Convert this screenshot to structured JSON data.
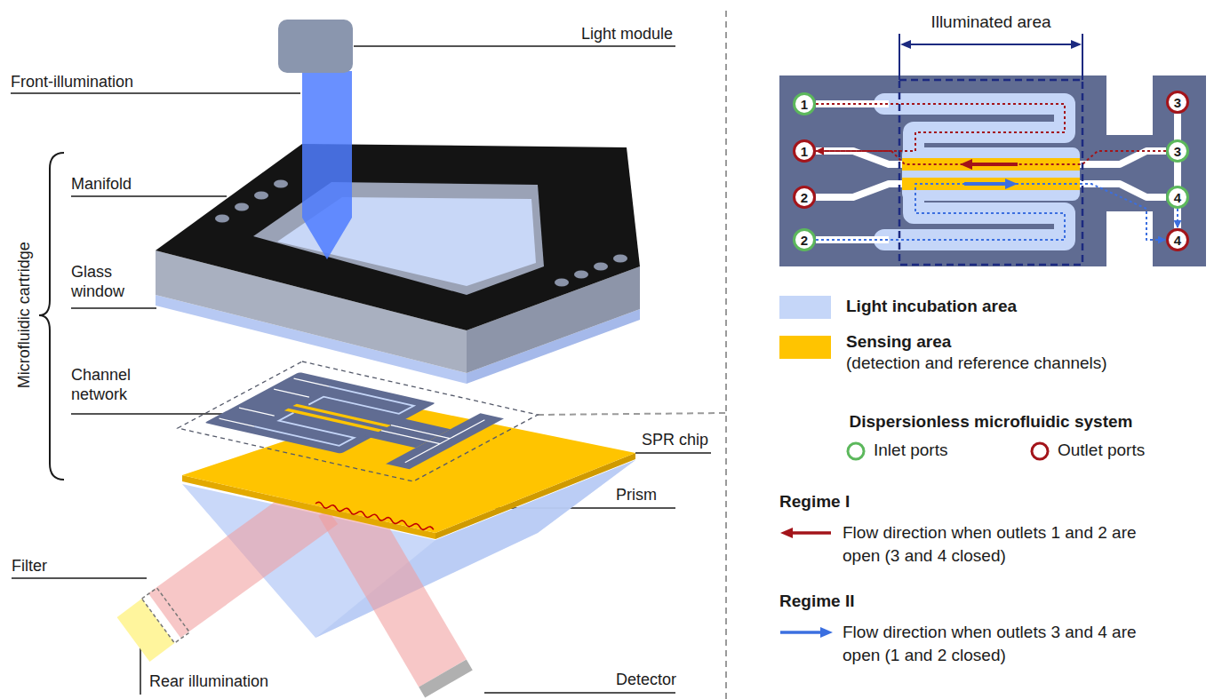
{
  "diagram": {
    "nodes": [
      {
        "text": [
          "1"
        ]
      },
      {
        "text": [
          "3"
        ]
      },
      {
        "text": [
          "1"
        ]
      },
      {
        "text": [
          "3"
        ]
      },
      {
        "text": [
          "2"
        ]
      },
      {
        "text": [
          "4"
        ]
      },
      {
        "text": [
          "2"
        ]
      },
      {
        "text": [
          "4"
        ]
      }
    ],
    "edges": [
      {
        "from": 0,
        "to": 2,
        "arrow": "to"
      },
      {
        "from": 3,
        "to": 2,
        "arrow": "to"
      },
      {
        "from": 6,
        "to": 7,
        "arrow": "to"
      },
      {
        "from": 5,
        "to": 7,
        "arrow": "to"
      }
    ],
    "labels": [
      "Light module",
      "Front-illumination",
      "Microfluidic cartridge",
      "Manifold",
      "Glass window",
      "Channel network",
      "SPR chip",
      "Prism",
      "Filter",
      "Rear illumination",
      "Detector",
      "Illuminated area",
      "(detection and reference channels)",
      "Dispersionless microfluidic system",
      "Regime I",
      "Regime II"
    ],
    "legend": [
      {
        "text": "Light incubation area",
        "color": "#c5d6f8"
      },
      {
        "text": "Sensing area",
        "color": "#ffc400"
      },
      {
        "text": "Inlet ports"
      },
      {
        "text": "Outlet ports"
      },
      {
        "text": "Flow direction when outlets 1 and 2 are open (3 and 4 closed)"
      },
      {
        "text": "Flow direction when outlets 3 and 4 are open (1 and 2 closed)"
      }
    ]
  }
}
